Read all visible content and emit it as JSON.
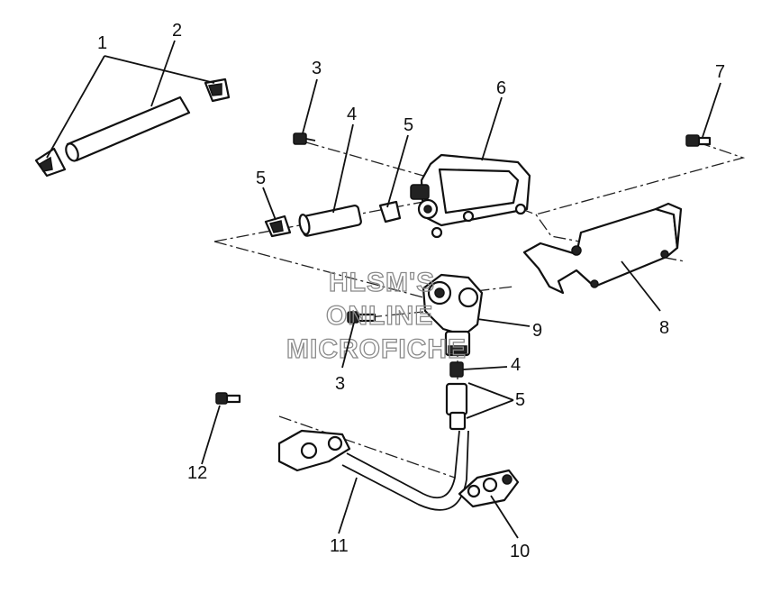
{
  "callouts": [
    "1",
    "2",
    "3",
    "4",
    "5",
    "6",
    "7",
    "8",
    "9",
    "10",
    "11",
    "12"
  ],
  "watermark": {
    "line1": "HLSM'S",
    "line2": "ONLINE",
    "line3": "MICROFICHE"
  }
}
